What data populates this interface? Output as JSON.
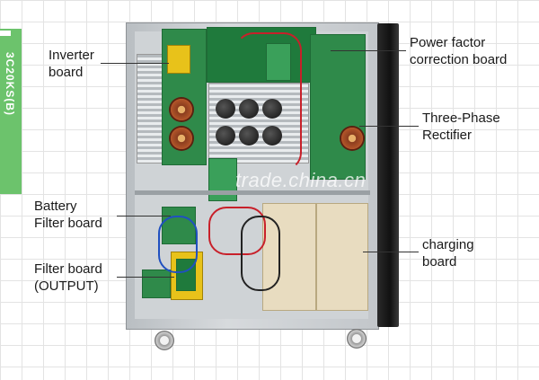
{
  "side_tab": {
    "text": "3C20KS(B)"
  },
  "labels": {
    "inverter": "Inverter\nboard",
    "pfc": "Power factor\ncorrection board",
    "rectifier": "Three-Phase\nRectifier",
    "battery_filter": "Battery\nFilter board",
    "charging": "charging\nboard",
    "filter_output": "Filter board\n(OUTPUT)"
  },
  "watermark": "trade.china.cn"
}
